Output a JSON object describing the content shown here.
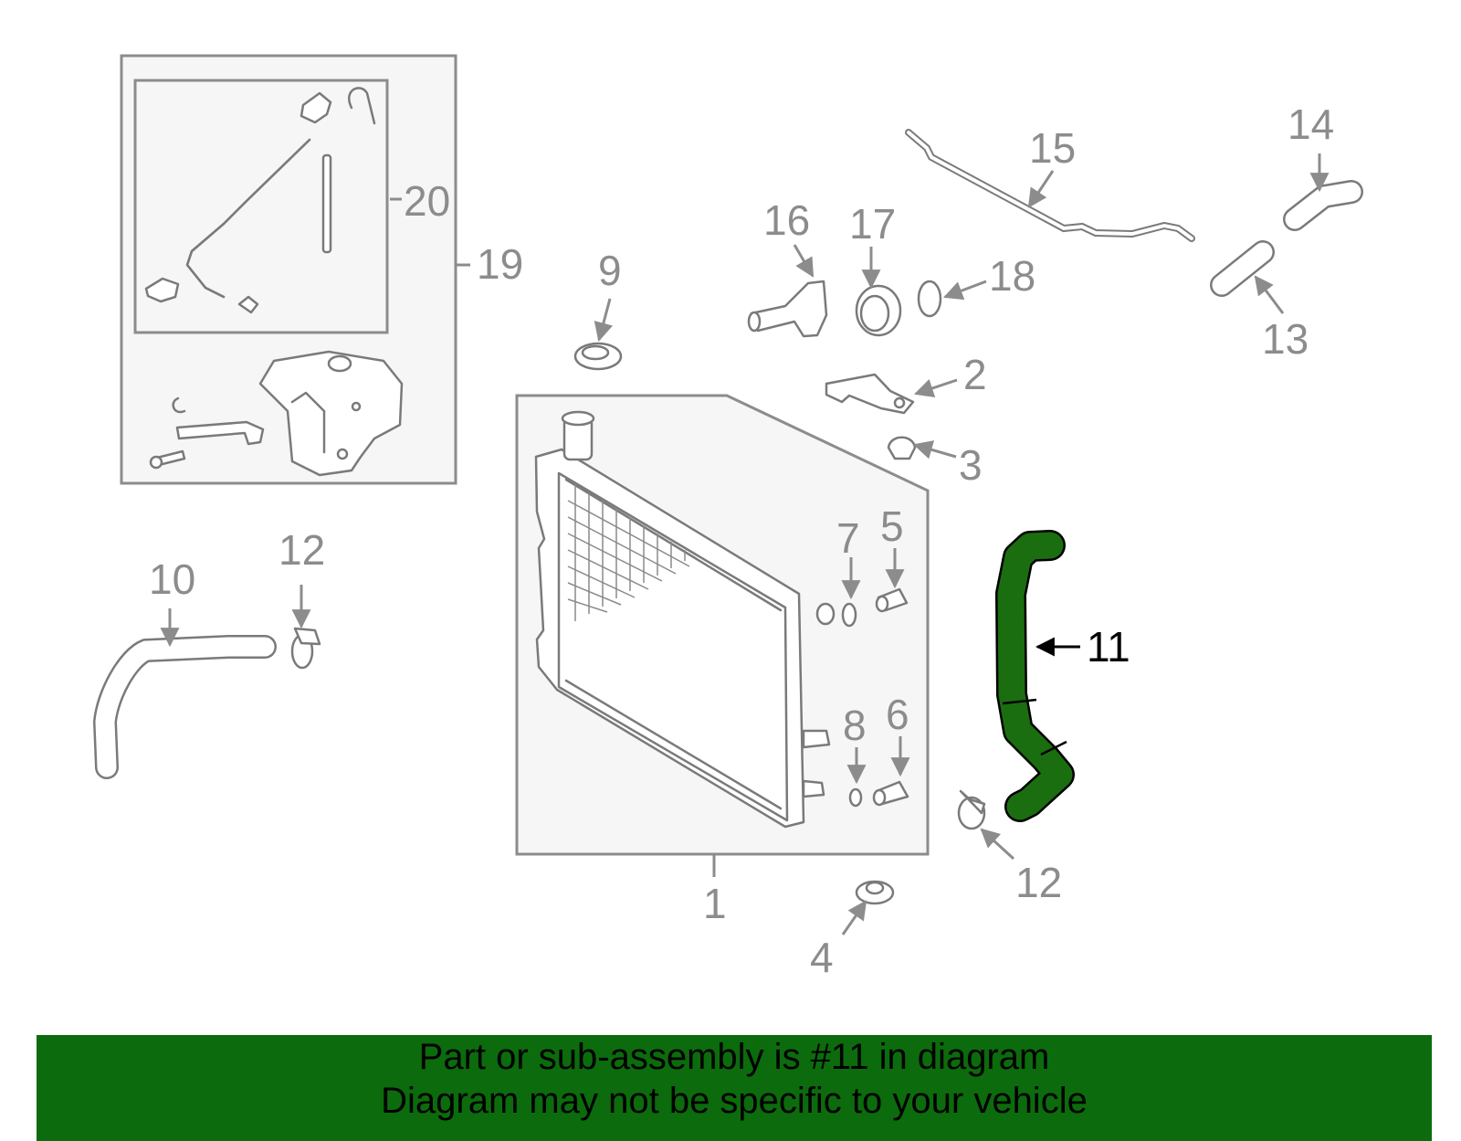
{
  "callouts": {
    "c1": "1",
    "c2": "2",
    "c3": "3",
    "c4": "4",
    "c5": "5",
    "c6": "6",
    "c7": "7",
    "c8": "8",
    "c9": "9",
    "c10": "10",
    "c11": "11",
    "c12a": "12",
    "c12b": "12",
    "c13": "13",
    "c14": "14",
    "c15": "15",
    "c16": "16",
    "c17": "17",
    "c18": "18",
    "c19": "19",
    "c20": "20"
  },
  "highlight": {
    "part_number": "11",
    "color": "#1a6e10",
    "outline": "#000000"
  },
  "colors": {
    "line_art": "#7a7a7a",
    "callout_text": "#8c8c8c",
    "panel_fill": "#f6f6f6",
    "banner": "#0c6b0c"
  },
  "banner": {
    "line1": "Part or sub-assembly is #11 in diagram",
    "line2": "Diagram may not be specific to your vehicle"
  }
}
